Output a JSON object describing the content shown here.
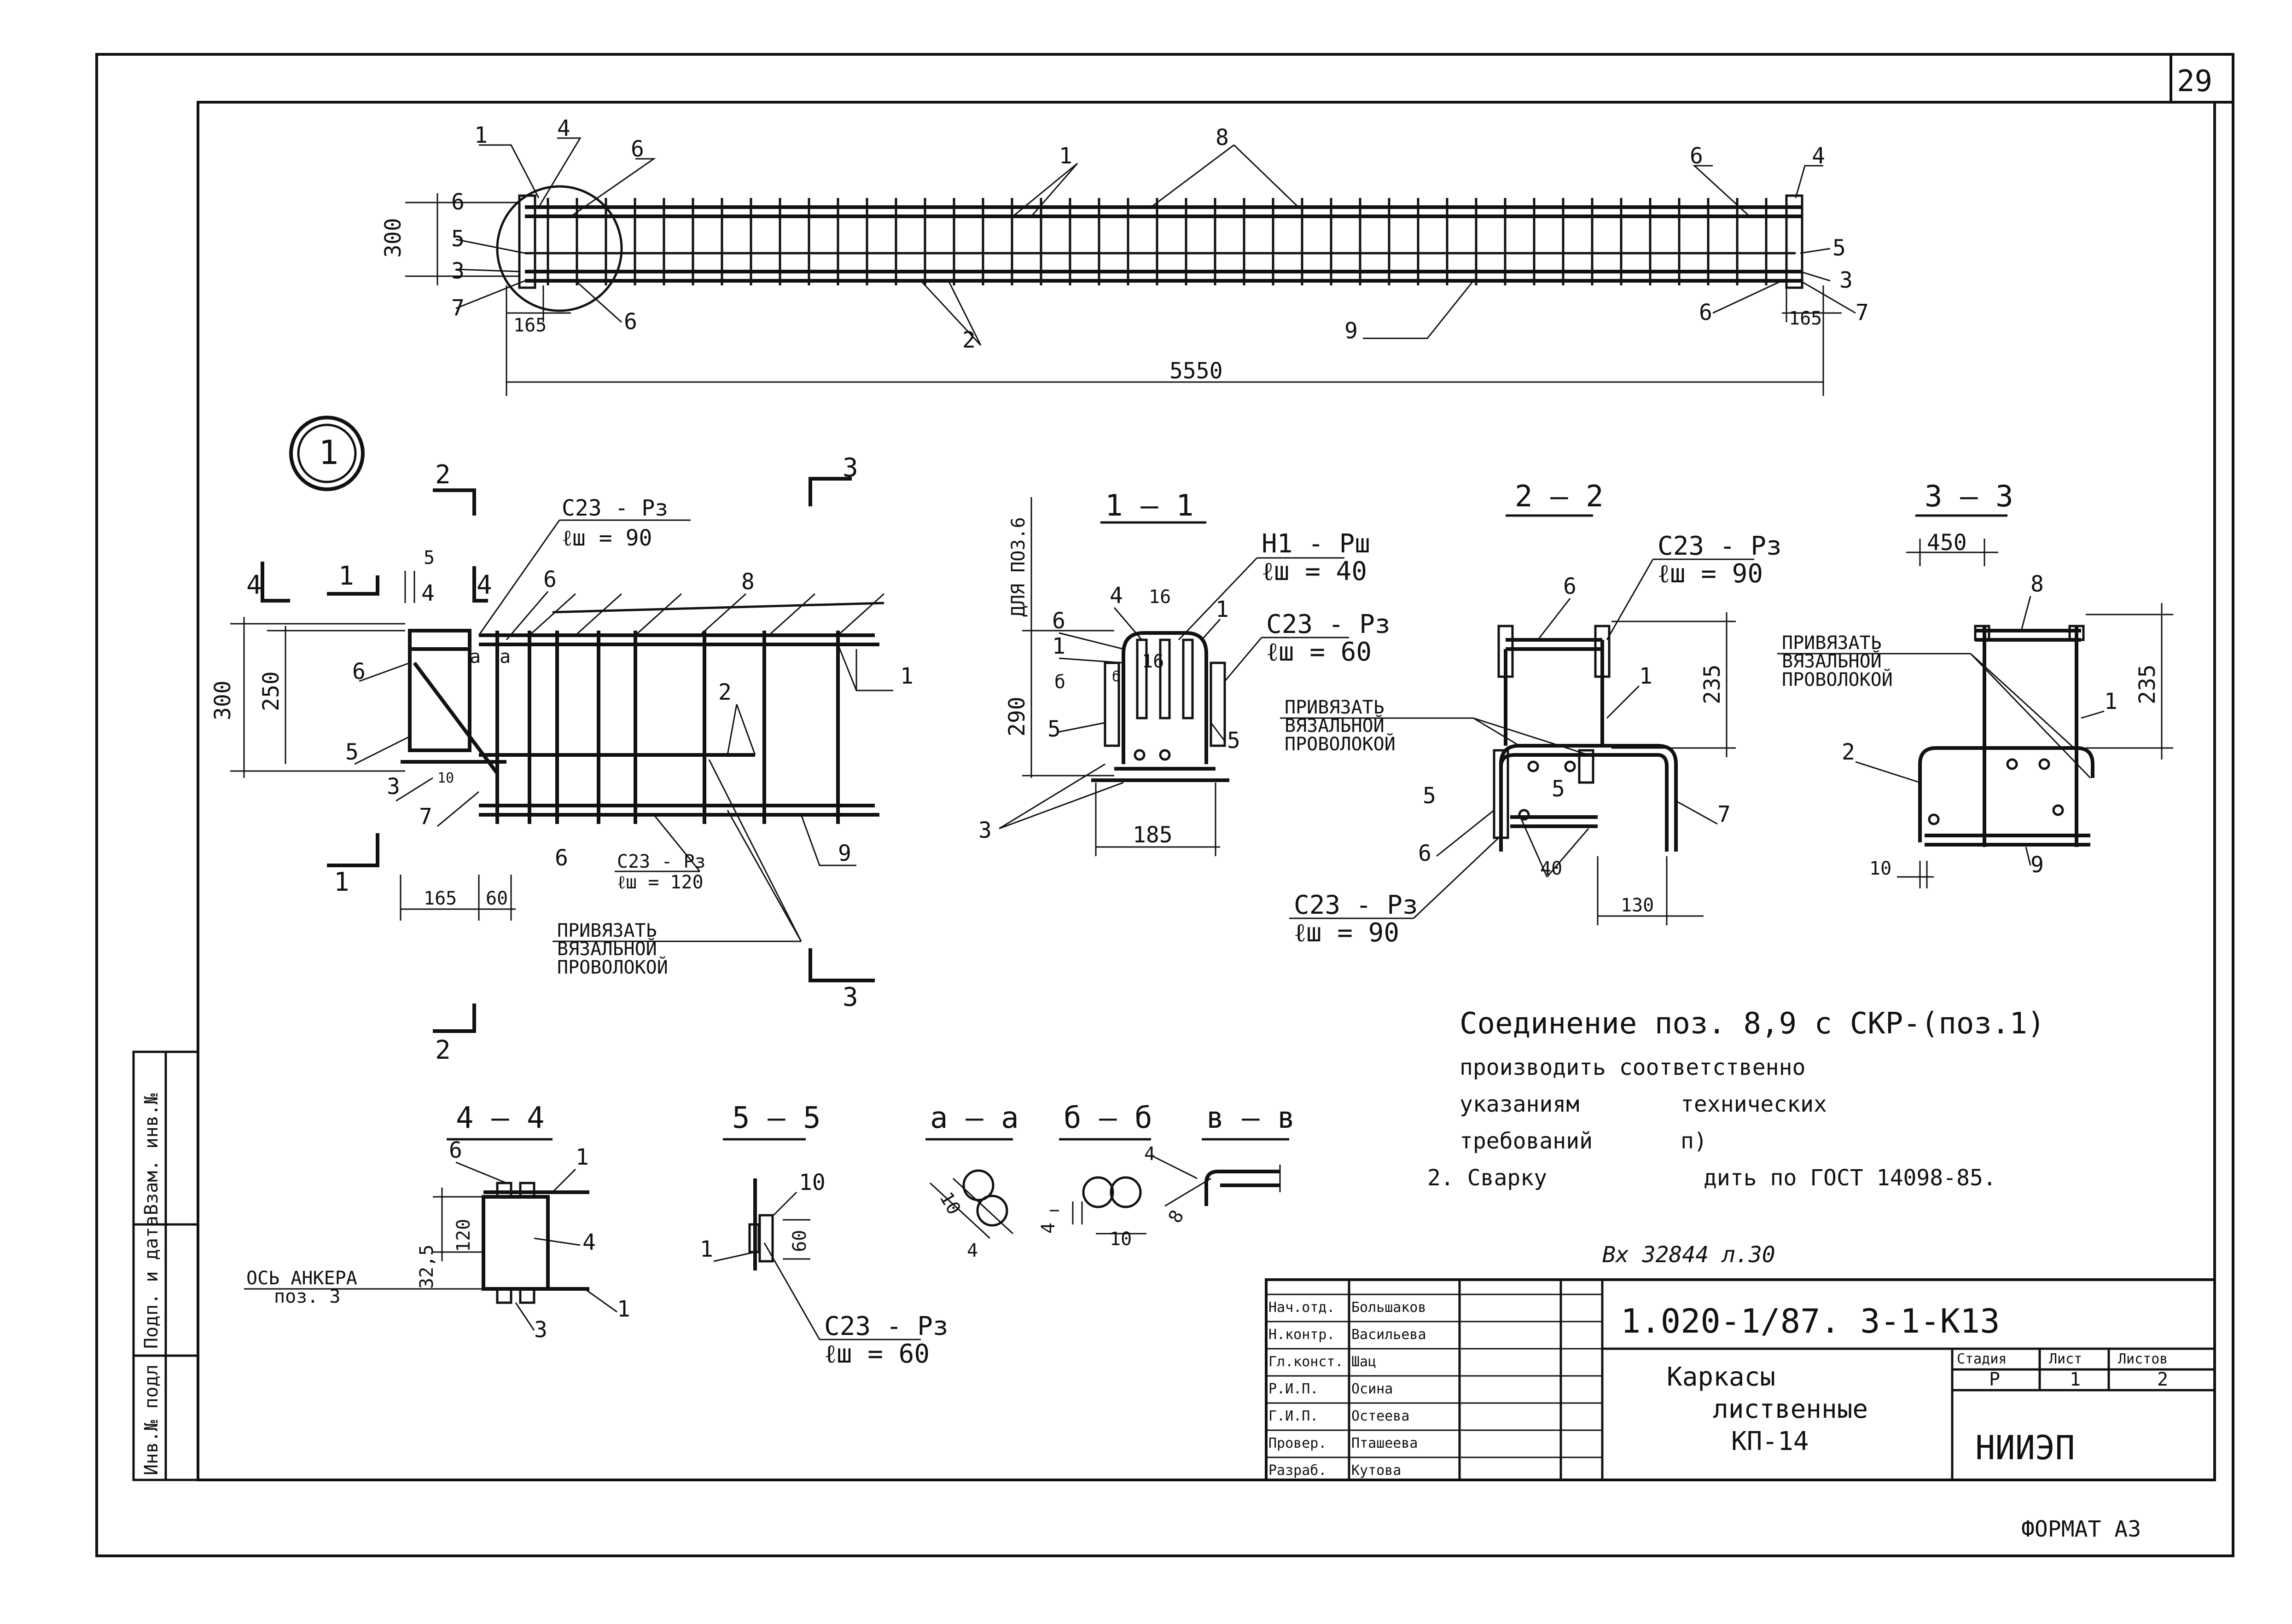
{
  "sheet": {
    "number": "29",
    "format": "ФОРМАТ А3",
    "incoming_stamp": "Вх 32844 л.30"
  },
  "side_stamp": {
    "cells": [
      "Инв.№ подл",
      "Подп. и дата",
      "Взам. инв.№"
    ]
  },
  "callout": "1",
  "main_view": {
    "dims": {
      "height": "300",
      "end_left": "165",
      "end_right": "165",
      "total": "5550"
    },
    "labels": {
      "p1_left": "1",
      "p4_left": "4",
      "p6_top_left": "6",
      "p6_left": "6",
      "p5_left": "5",
      "p3_left": "3",
      "p7_left": "7",
      "p6_bot_left": "6",
      "p1_mid": "1",
      "p8_mid": "8",
      "p2_mid": "2",
      "p9_mid": "9",
      "p6_right": "6",
      "p4_right": "4",
      "p5_right": "5",
      "p3_right": "3",
      "p7_right": "7",
      "p6_bot_right": "6"
    }
  },
  "detail": {
    "cut_2_top": "2",
    "cut_3_top": "3",
    "cut_4_a": "4",
    "cut_4_b": "4",
    "cut_1_top": "1",
    "cut_1_bot": "1",
    "cut_2_bot": "2",
    "cut_3_bot": "3",
    "dim_300": "300",
    "dim_250": "250",
    "dim_165": "165",
    "dim_60": "60",
    "dim_5": "5",
    "weld_1": "С23 - Рз",
    "weld_1_len": "ℓш = 90",
    "weld_2": "С23 - Рз",
    "weld_2_len": "ℓш = 120",
    "note_1": "ПРИВЯЗАТЬ",
    "note_2": "ВЯЗАЛЬНОЙ",
    "note_3": "ПРОВОЛОКОЙ",
    "a_1": "а",
    "a_2": "а",
    "n10": "10",
    "p4": "4",
    "p6a": "6",
    "p6b": "6",
    "p6c": "6",
    "p8": "8",
    "p1": "1",
    "p2": "2",
    "p5": "5",
    "p3": "3",
    "p7": "7",
    "p9": "9"
  },
  "sec_1_1": {
    "title": "1 — 1",
    "side_label": "ДЛЯ ПОЗ.6",
    "weld_a": "Н1 - Рш",
    "weld_a_len": "ℓш = 40",
    "weld_b": "С23 - Рз",
    "weld_b_len": "ℓш = 60",
    "dim_290": "290",
    "dim_185": "185",
    "p4": "4",
    "p6": "6",
    "p1a": "1",
    "p1b": "1",
    "p5a": "5",
    "p5b": "5",
    "p3": "3",
    "b1": "б",
    "b2": "б",
    "n16a": "16",
    "n16b": "16"
  },
  "sec_2_2": {
    "title": "2 — 2",
    "weld_a": "С23 - Рз",
    "weld_a_len": "ℓш = 90",
    "weld_b": "С23 - Рз",
    "weld_b_len": "ℓш = 90",
    "note_1": "ПРИВЯЗАТЬ",
    "note_2": "ВЯЗАЛЬНОЙ",
    "note_3": "ПРОВОЛОКОЙ",
    "dim_235": "235",
    "dim_130": "130",
    "p6a": "6",
    "p1": "1",
    "p7": "7",
    "p6b": "6",
    "n40": "40",
    "p5": "5",
    "p5b": "5"
  },
  "sec_3_3": {
    "title": "3 — 3",
    "note_1": "ПРИВЯЗАТЬ",
    "note_2": "ВЯЗАЛЬНОЙ",
    "note_3": "ПРОВОЛОКОЙ",
    "dim_450": "450",
    "dim_235": "235",
    "dim_10": "10",
    "p8": "8",
    "p1": "1",
    "p2": "2",
    "p9": "9"
  },
  "sec_4_4": {
    "title": "4 — 4",
    "axis_1": "ОСЬ АНКЕРА",
    "axis_2": "поз. 3",
    "dim_120": "120",
    "dim_325": "32,5",
    "p6": "6",
    "p1a": "1",
    "p4": "4",
    "p1b": "1",
    "p3": "3"
  },
  "sec_5_5": {
    "title": "5 — 5",
    "weld": "С23 - Рз",
    "weld_len": "ℓш = 60",
    "p10": "10",
    "p1": "1",
    "dim_60": "60"
  },
  "sec_a_a": {
    "title": "а — а",
    "n10": "10",
    "n4": "4"
  },
  "sec_b_b": {
    "title": "б — б",
    "n4": "4",
    "n10": "10"
  },
  "sec_v_v": {
    "title": "в — в",
    "n4": "4",
    "n8": "8"
  },
  "notes": {
    "line1": "Соединение поз. 8,9 с СКР-(поз.1)",
    "line2": "производить соответственно",
    "line3a": "указаниям",
    "line3b": "технических",
    "line4a": "требований",
    "line4b": "п)",
    "line5a": "2. Сварку",
    "line5b": "дить по ГОСТ 14098-85."
  },
  "title_block": {
    "code": "1.020-1/87. 3-1-К13",
    "name_1": "Каркасы",
    "name_2": "лиственные",
    "name_3": "КП-14",
    "org": "НИИЭП",
    "head_stage": "Стадия",
    "head_sheet": "Лист",
    "head_sheets": "Листов",
    "stage": "Р",
    "sheet": "1",
    "sheets": "2",
    "roles": [
      {
        "role": "Нач.отд.",
        "name": "Большаков"
      },
      {
        "role": "Н.контр.",
        "name": "Васильева"
      },
      {
        "role": "Гл.конст.",
        "name": "Шац"
      },
      {
        "role": "Р.И.П.",
        "name": "Осина"
      },
      {
        "role": "Г.И.П.",
        "name": "Остеева"
      },
      {
        "role": "Провер.",
        "name": "Пташеева"
      },
      {
        "role": "Разраб.",
        "name": "Кутова"
      }
    ]
  }
}
